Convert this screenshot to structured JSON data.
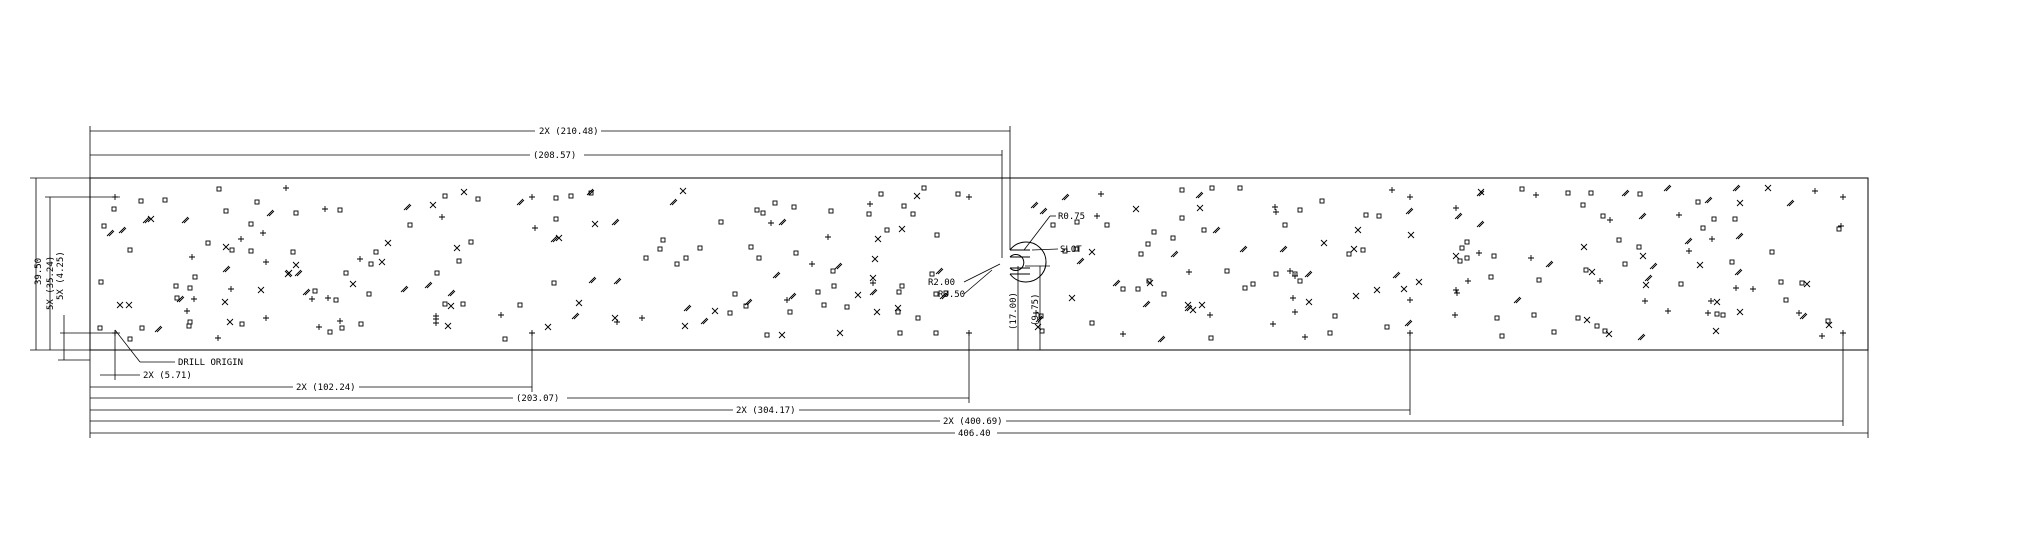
{
  "dimensions": {
    "top1": "2X (210.48)",
    "top2": "(208.57)",
    "left_outer": "39.50",
    "left_mid": "5X (35.24)",
    "left_inner": "5X (4.25)",
    "b1": "2X (5.71)",
    "b2": "2X (102.24)",
    "b3": "(203.07)",
    "b4": "2X (304.17)",
    "b5": "2X (400.69)",
    "b6": "406.40",
    "slot_a": "(17.00)",
    "slot_b": "(9.75)"
  },
  "callouts": {
    "drill_origin": "DRILL ORIGIN",
    "r075": "R0.75",
    "slot": "SLOT",
    "r200": "R2.00",
    "r350": "R3.50"
  }
}
